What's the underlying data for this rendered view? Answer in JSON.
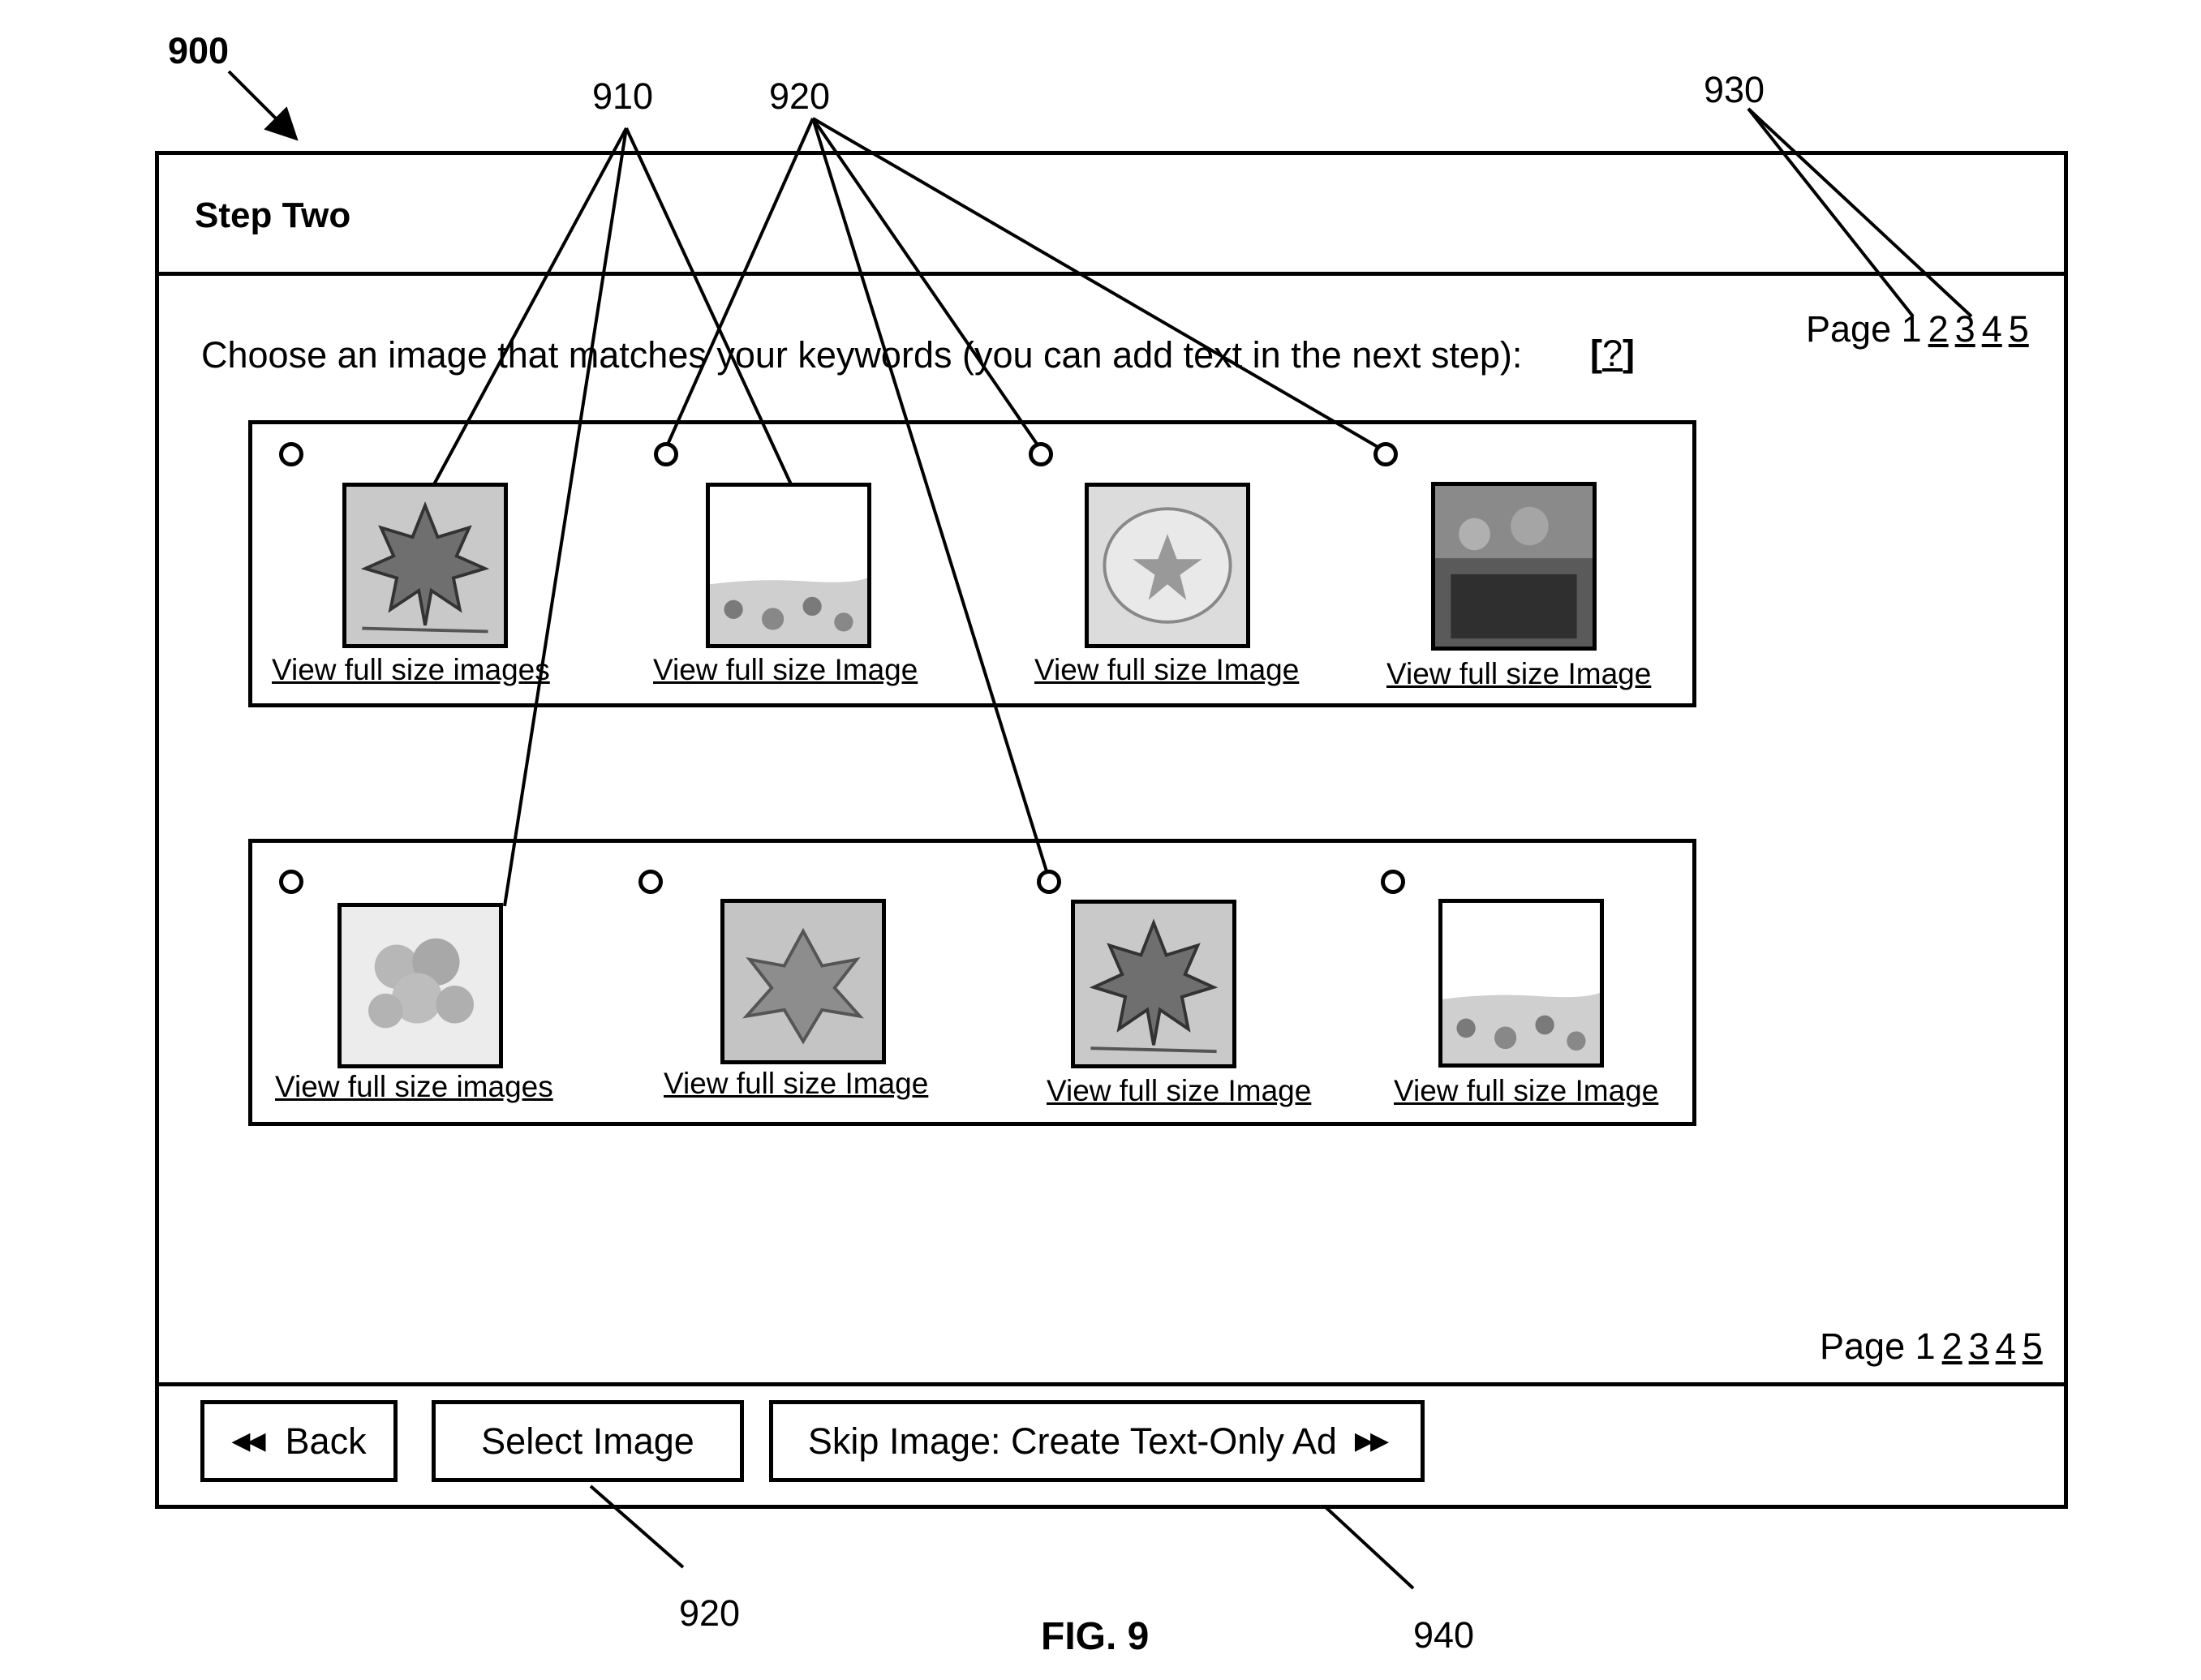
{
  "figure": {
    "ref_main": "900",
    "caption": "FIG. 9",
    "callouts": {
      "images_ref": "910",
      "radio_ref": "920",
      "pager_ref": "930",
      "select_ref": "920",
      "skip_ref": "940"
    }
  },
  "window": {
    "title": "Step Two",
    "instruction": "Choose an image that matches your keywords (you can add text in the next step):",
    "help": {
      "open": "[",
      "label": "?",
      "close": "]"
    },
    "pager_top": {
      "label": "Page 1",
      "pages": [
        "2",
        "3",
        "4",
        "5"
      ]
    },
    "pager_bottom": {
      "label": "Page 1",
      "pages": [
        "2",
        "3",
        "4",
        "5"
      ]
    }
  },
  "rows": [
    {
      "items": [
        {
          "link": "View full size images",
          "thumbnail": "maple-leaf"
        },
        {
          "link": "View full size Image",
          "thumbnail": "blank-with-foliage"
        },
        {
          "link": "View full size Image",
          "thumbnail": "flower"
        },
        {
          "link": "View full size Image",
          "thumbnail": "dark-garden"
        }
      ]
    },
    {
      "items": [
        {
          "link": "View full size images",
          "thumbnail": "bouquet"
        },
        {
          "link": "View full size Image",
          "thumbnail": "leafy-plant"
        },
        {
          "link": "View full size Image",
          "thumbnail": "maple-leaf"
        },
        {
          "link": "View full size Image",
          "thumbnail": "blank-with-foliage"
        }
      ]
    }
  ],
  "buttons": {
    "back": "Back",
    "select": "Select Image",
    "skip": "Skip Image: Create Text-Only Ad"
  },
  "icons": {
    "back": "rewind-icon",
    "skip": "fast-forward-icon",
    "radio": "radio-button"
  }
}
